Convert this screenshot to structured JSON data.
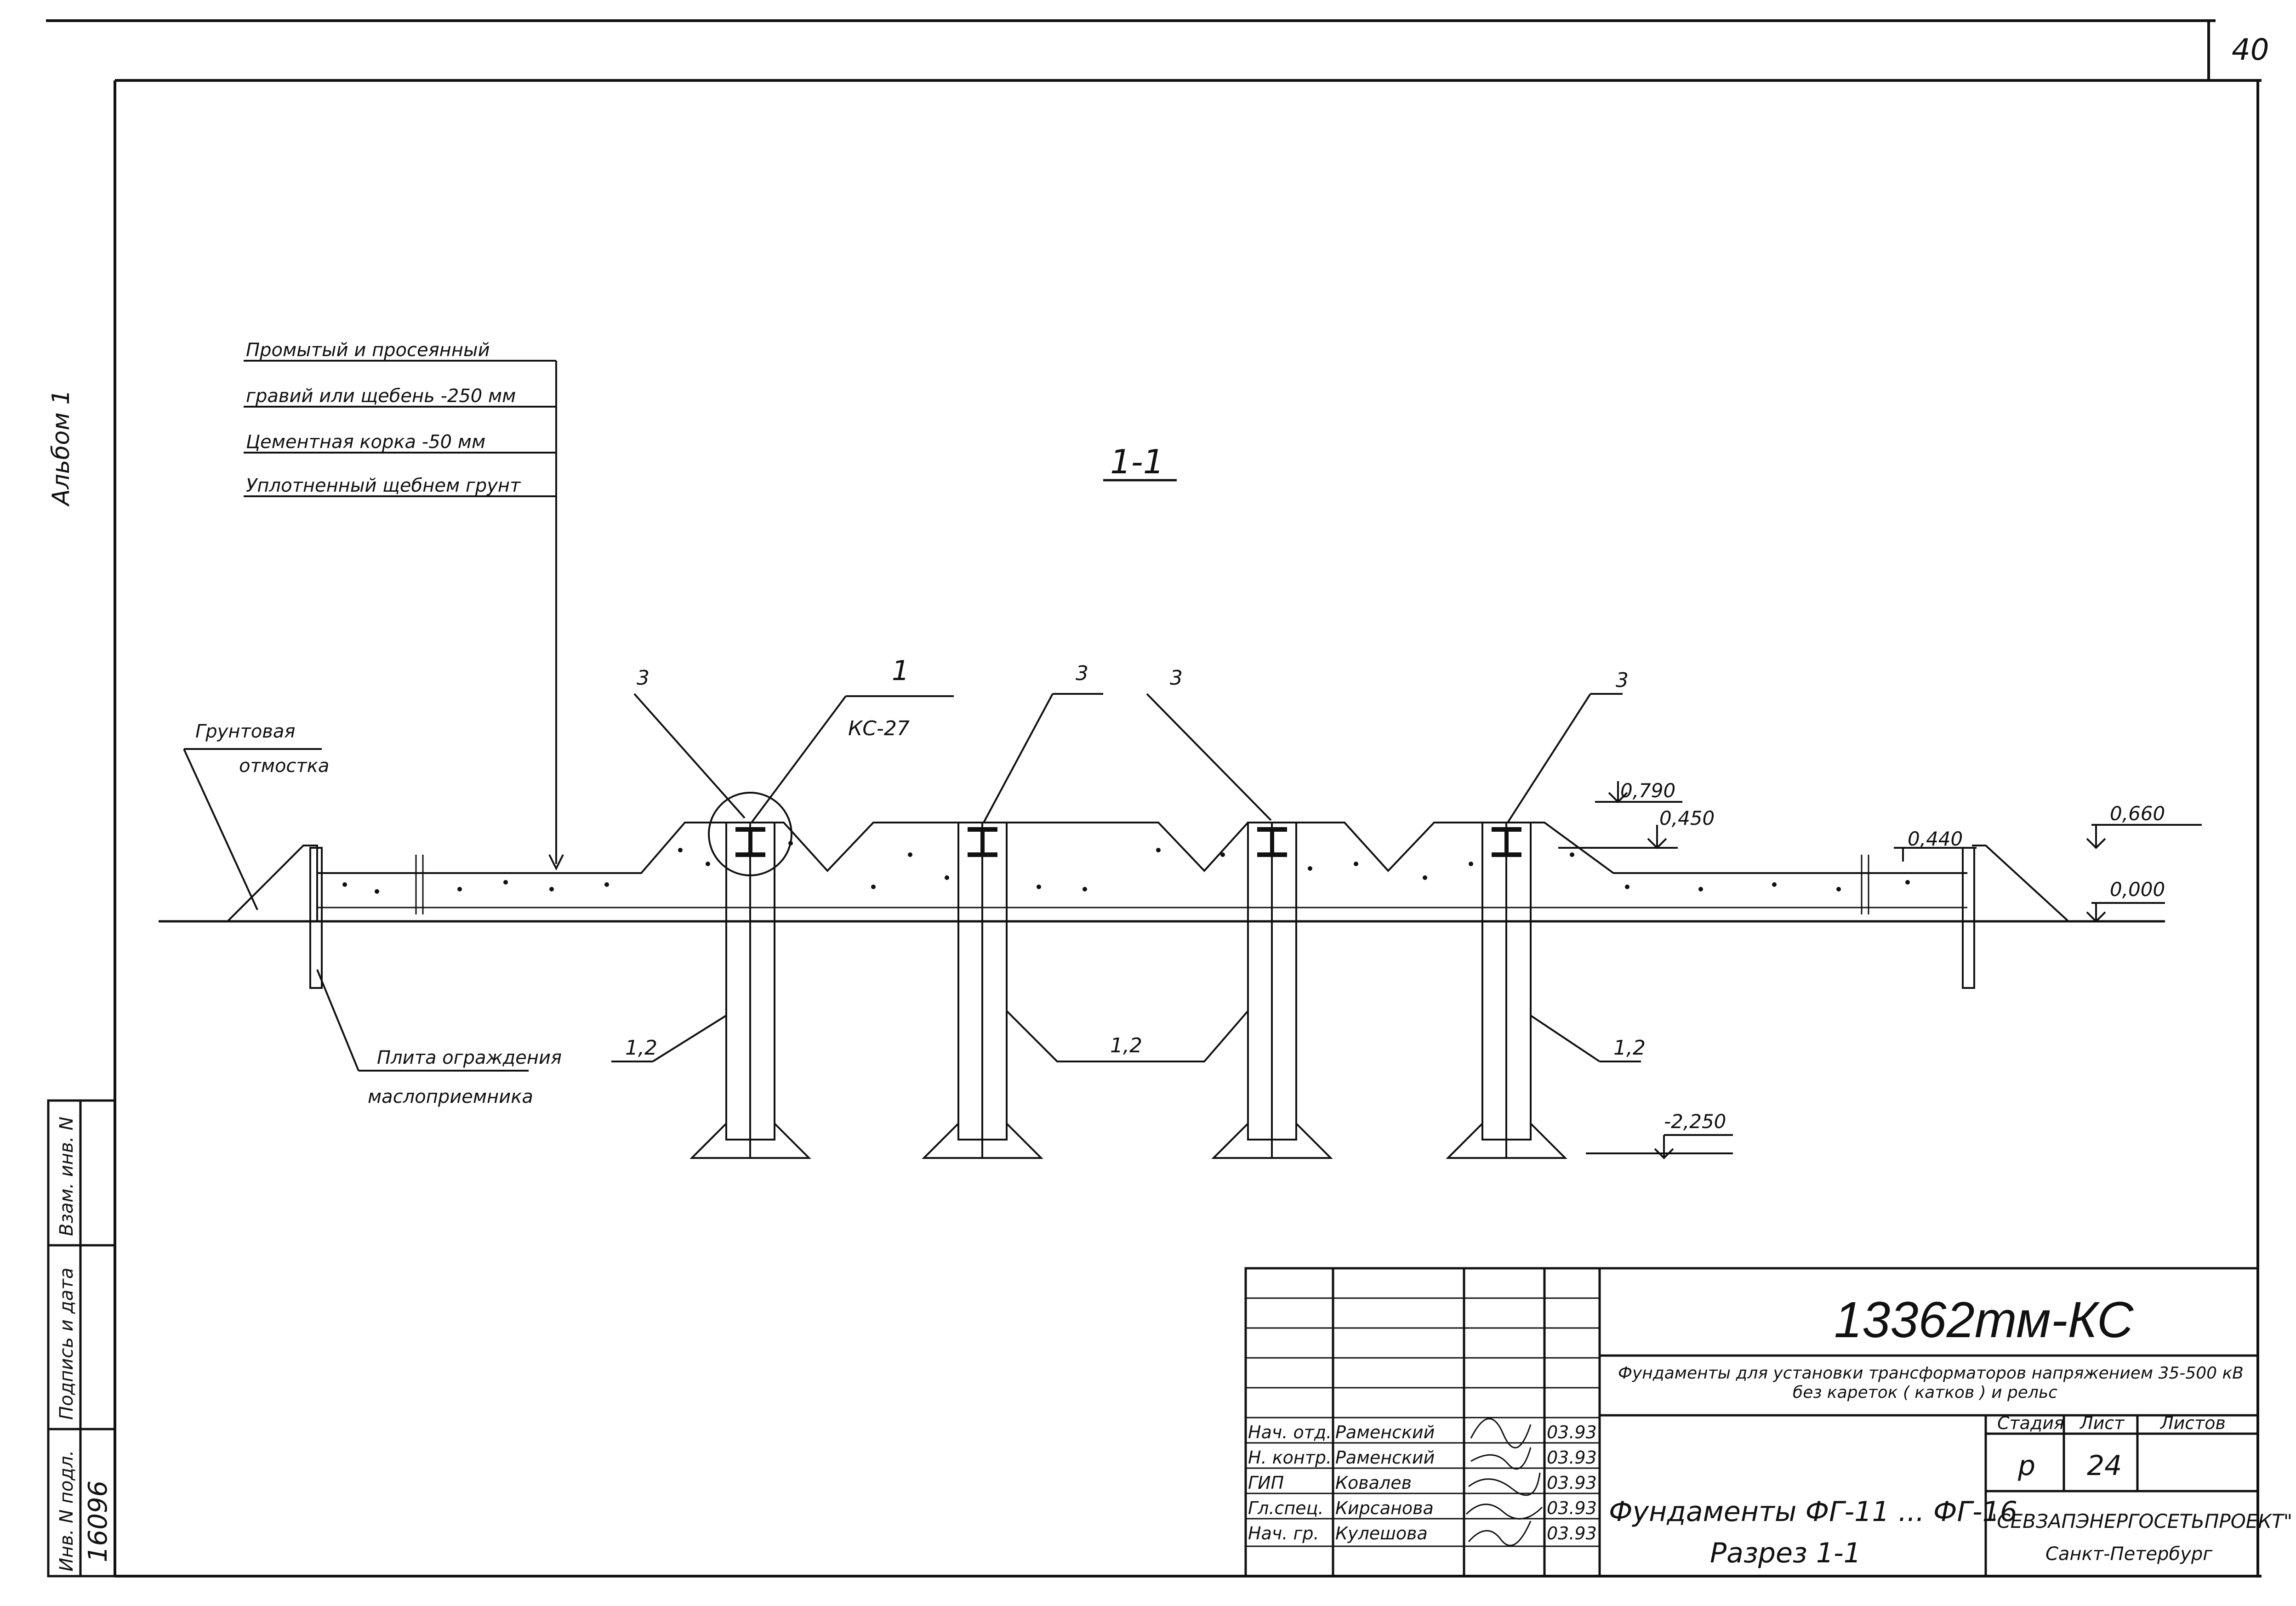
{
  "sheet_number": "40",
  "album_label": "Альбом 1",
  "section_title": "1-1",
  "layers": [
    "Промытый и просеянный",
    "гравий или щебень  -250 мм",
    "Цементная корка    -50 мм",
    "Уплотненный щебнем грунт"
  ],
  "callouts": {
    "blind_area_1": "Грунтовая",
    "blind_area_2": "отмостка",
    "fence_plate_1": "Плита ограждения",
    "fence_plate_2": "маслоприемника",
    "item_1": "1",
    "item_ks": "КС-27",
    "item_3": "3",
    "item_12": "1,2"
  },
  "levels": {
    "l0790": "0,790",
    "l0450": "0,450",
    "l0440": "0,440",
    "l0660": "0,660",
    "l0000": "0,000",
    "lm2250": "-2,250"
  },
  "side_stamp": {
    "col1": "Взам. инв. N",
    "col2": "Подпись и дата",
    "col3": "Инв. N подл.",
    "inv_no": "16096"
  },
  "title_block": {
    "doc_code": "13362тм-КС",
    "description_1": "Фундаменты для установки трансформаторов напряжением 35-500 кВ",
    "description_2": "без кареток ( катков ) и рельс",
    "sheet_title_1": "Фундаменты ФГ-11 ... ФГ-16",
    "sheet_title_2": "Разрез 1-1",
    "org_1": "\"СЕВЗАПЭНЕРГОСЕТЬПРОЕКТ\"",
    "org_2": "Санкт-Петербург",
    "col_stage": "Стадия",
    "col_sheet": "Лист",
    "col_sheets": "Листов",
    "stage": "р",
    "sheet": "24",
    "staff": [
      {
        "role": "Нач. отд.",
        "name": "Раменский",
        "date": "03.93"
      },
      {
        "role": "Н. контр.",
        "name": "Раменский",
        "date": "03.93"
      },
      {
        "role": "ГИП",
        "name": "Ковалев",
        "date": "03.93"
      },
      {
        "role": "Гл.спец.",
        "name": "Кирсанова",
        "date": "03.93"
      },
      {
        "role": "Нач. гр.",
        "name": "Кулешова",
        "date": "03.93"
      }
    ]
  }
}
